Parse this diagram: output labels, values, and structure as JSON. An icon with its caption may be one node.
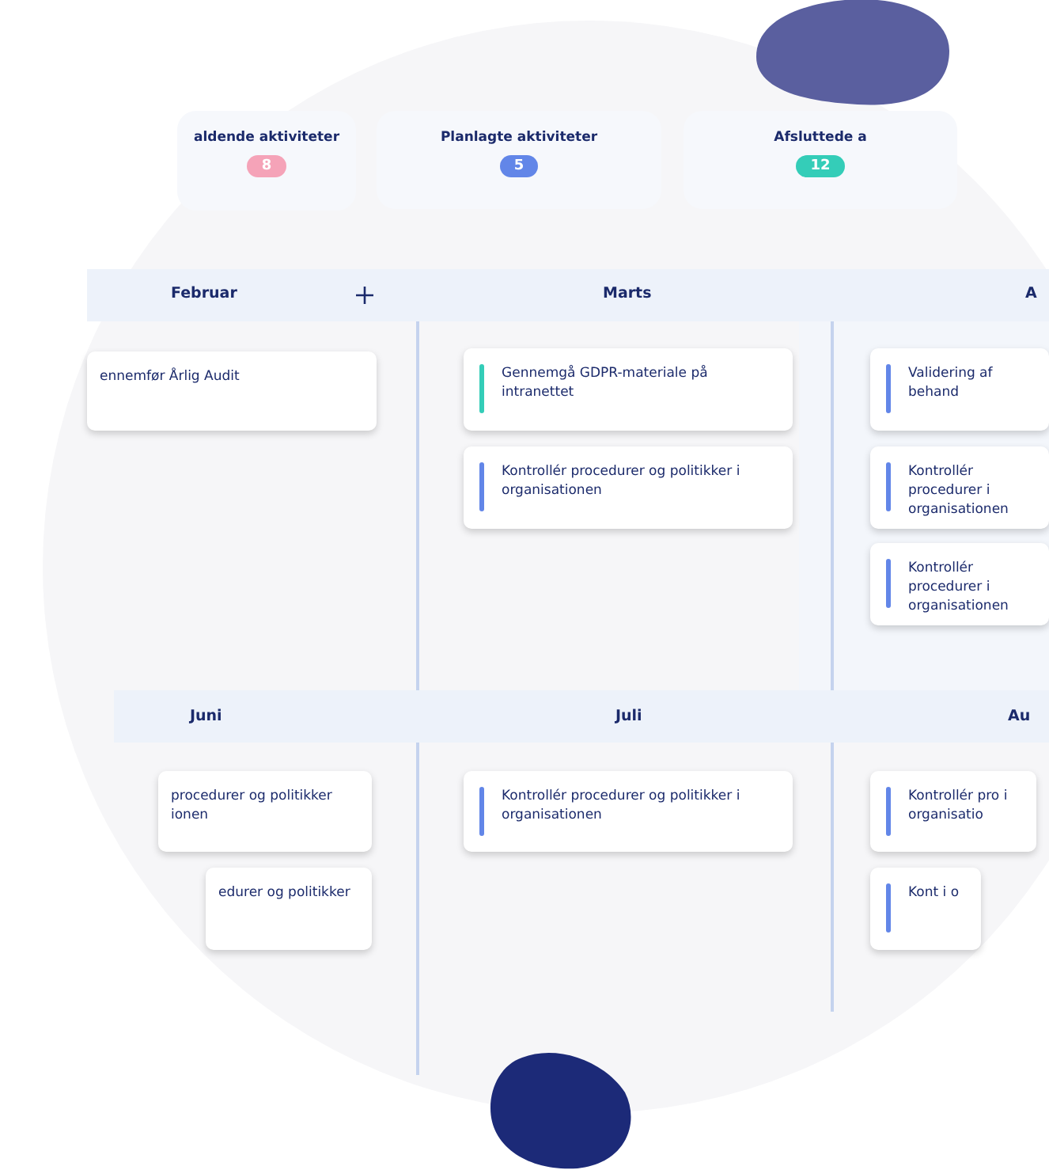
{
  "diagram": {
    "nodes": [
      {
        "text": [
          "aldende aktiviteter",
          "8"
        ]
      },
      {
        "text": [
          "Planlagte aktiviteter",
          "5"
        ]
      },
      {
        "text": [
          "Afsluttede a",
          "12"
        ]
      },
      {
        "text": [
          "ennemfør Årlig Audit"
        ]
      },
      {
        "text": [
          "Gennemgå GDPR-materiale på intranettet"
        ]
      },
      {
        "text": [
          "Kontrollér procedurer og politikker i organisationen"
        ]
      },
      {
        "text": [
          "Validering af behand"
        ]
      },
      {
        "text": [
          "Kontrollér procedurer i organisationen"
        ]
      },
      {
        "text": [
          "Kontrollér procedurer i organisationen"
        ]
      },
      {
        "text": [
          "procedurer og politikker ionen"
        ]
      },
      {
        "text": [
          "edurer og politikker"
        ]
      },
      {
        "text": [
          "Kontrollér procedurer og politikker i organisationen"
        ]
      },
      {
        "text": [
          "Kontrollér pro i organisatio"
        ]
      },
      {
        "text": [
          "Kont i o"
        ]
      }
    ],
    "labels": [
      "Februar",
      "Marts",
      "A",
      "Juni",
      "Juli",
      "Au"
    ]
  }
}
